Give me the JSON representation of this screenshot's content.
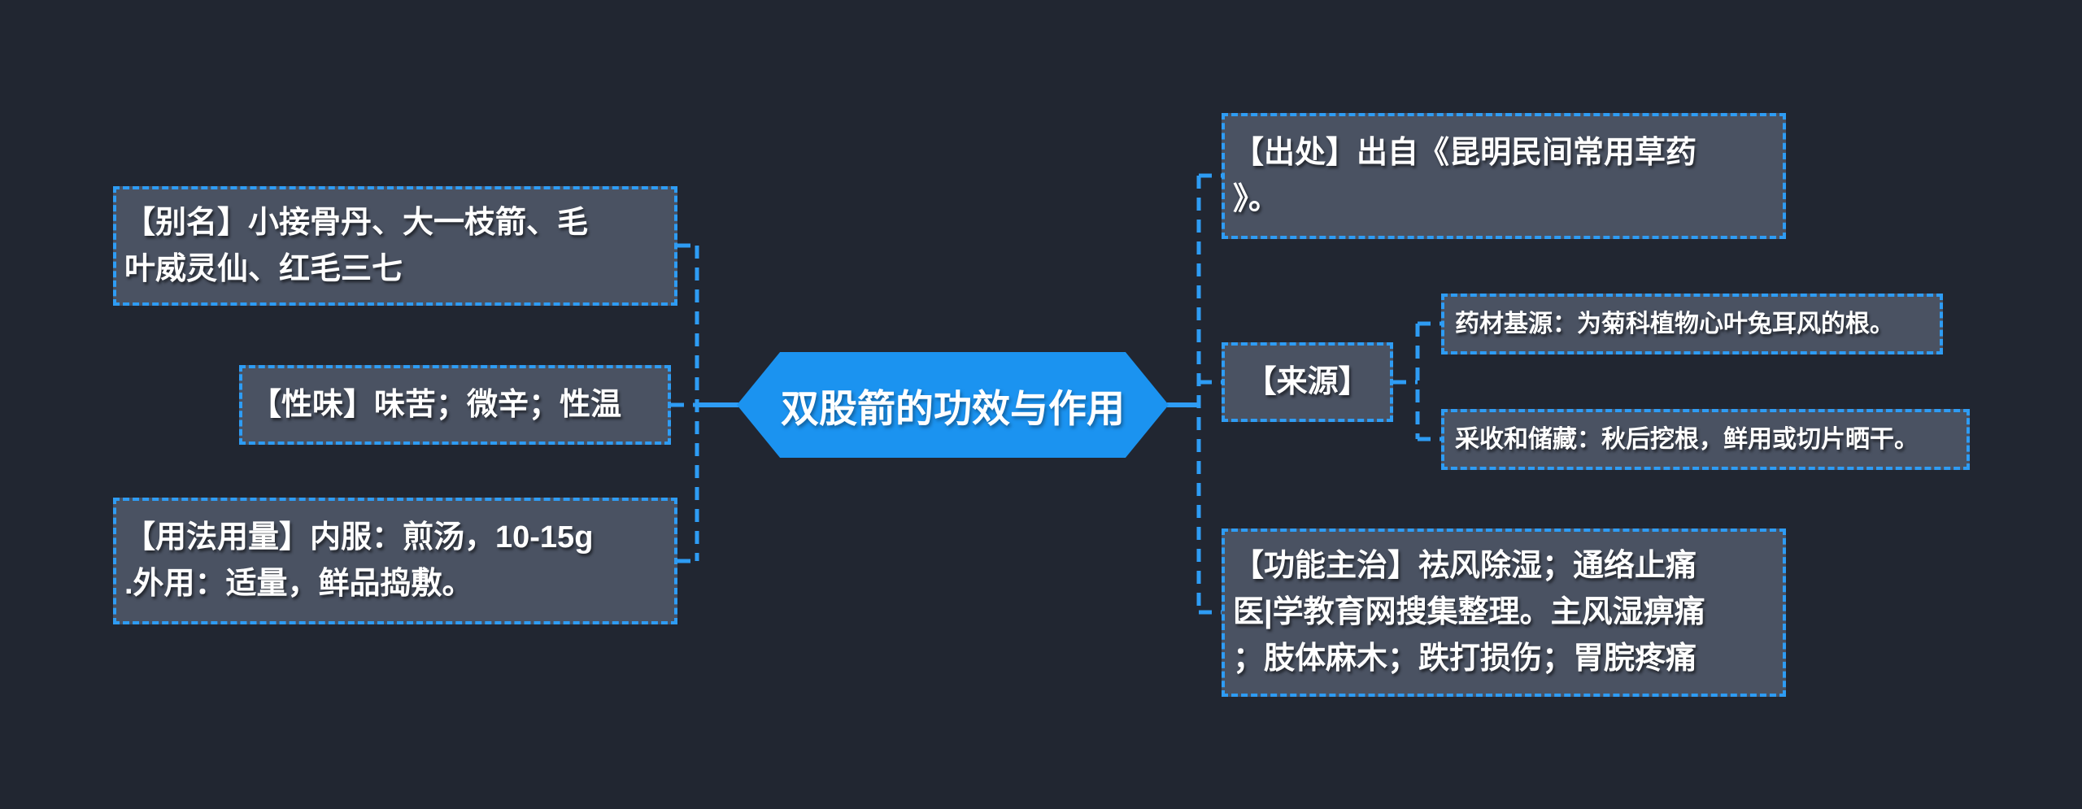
{
  "diagram": {
    "type": "mindmap",
    "root": {
      "label": "双股箭的功效与作用"
    },
    "nodes": {
      "alias": {
        "text": "【别名】小接骨丹、大一枝箭、毛\n叶威灵仙、红毛三七"
      },
      "taste": {
        "text": "【性味】味苦；微辛；性温"
      },
      "dosage": {
        "text": "【用法用量】内服：煎汤，10-15g\n.外用：适量，鲜品捣敷。"
      },
      "origin": {
        "text": "【出处】出自《昆明民间常用草药\n》。"
      },
      "source": {
        "text": "【来源】"
      },
      "material": {
        "text": "药材基源：为菊科植物心叶兔耳风的根。"
      },
      "harvest": {
        "text": "采收和储藏：秋后挖根，鲜用或切片晒干。"
      },
      "function": {
        "text": "【功能主治】祛风除湿；通络止痛\n医|学教育网搜集整理。主风湿痹痛\n；肢体麻木；跌打损伤；胃脘疼痛"
      }
    },
    "colors": {
      "background": "#212631",
      "node_fill": "#4a5262",
      "accent_blue": "#2e9cf4",
      "root_fill": "#1b93f0",
      "text": "#ffffff"
    }
  }
}
